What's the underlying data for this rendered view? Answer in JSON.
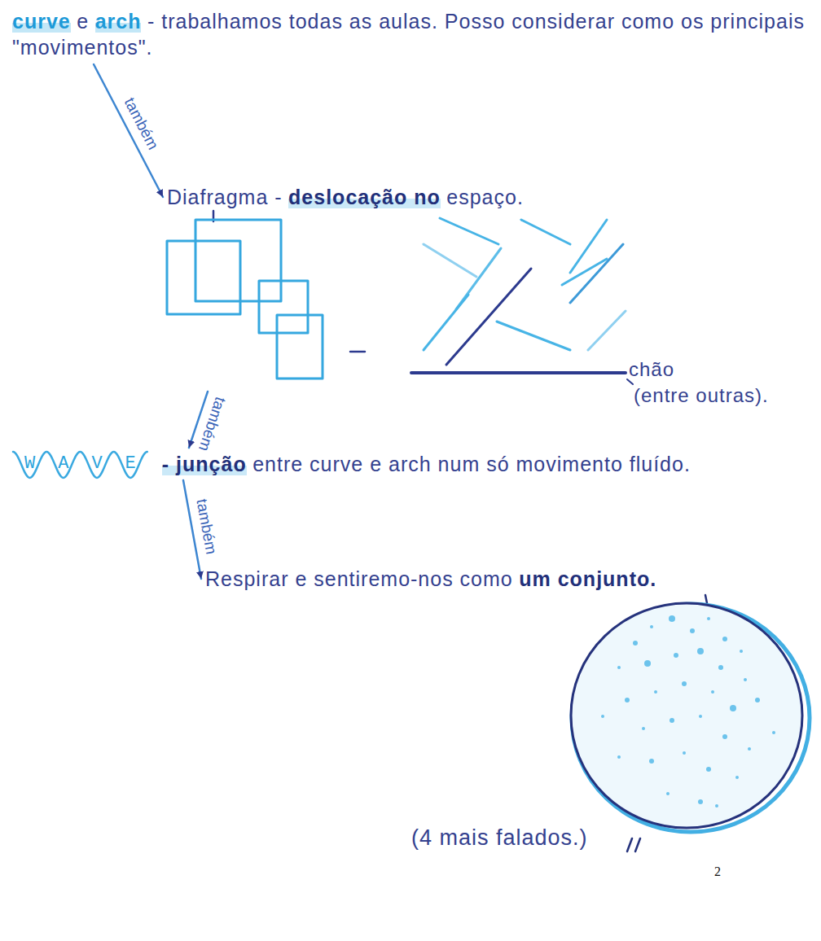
{
  "diagram": {
    "nodes": [
      {
        "text": [
          "curve",
          "e",
          "arch",
          "- trabalhamos todas as aulas. Posso considerar como os principais \"movimentos\"."
        ]
      },
      {
        "text": [
          "Diafragma -",
          "deslocação no",
          "espaço."
        ]
      },
      {
        "text": [
          "WAVE",
          "- junção",
          "entre curve e arch num só movimento fluído."
        ]
      },
      {
        "text": [
          "Respirar e sentiremo-nos como",
          "um conjunto."
        ]
      }
    ],
    "edges": [
      {
        "from": 0,
        "to": 1,
        "label": "também",
        "arrow": "to"
      },
      {
        "from": 1,
        "to": 2,
        "label": "também",
        "arrow": "to"
      },
      {
        "from": 2,
        "to": 3,
        "label": "também",
        "arrow": "to"
      }
    ],
    "labels": [
      "chão",
      "(entre outras).",
      "(4 mais falados.)",
      "2"
    ]
  }
}
